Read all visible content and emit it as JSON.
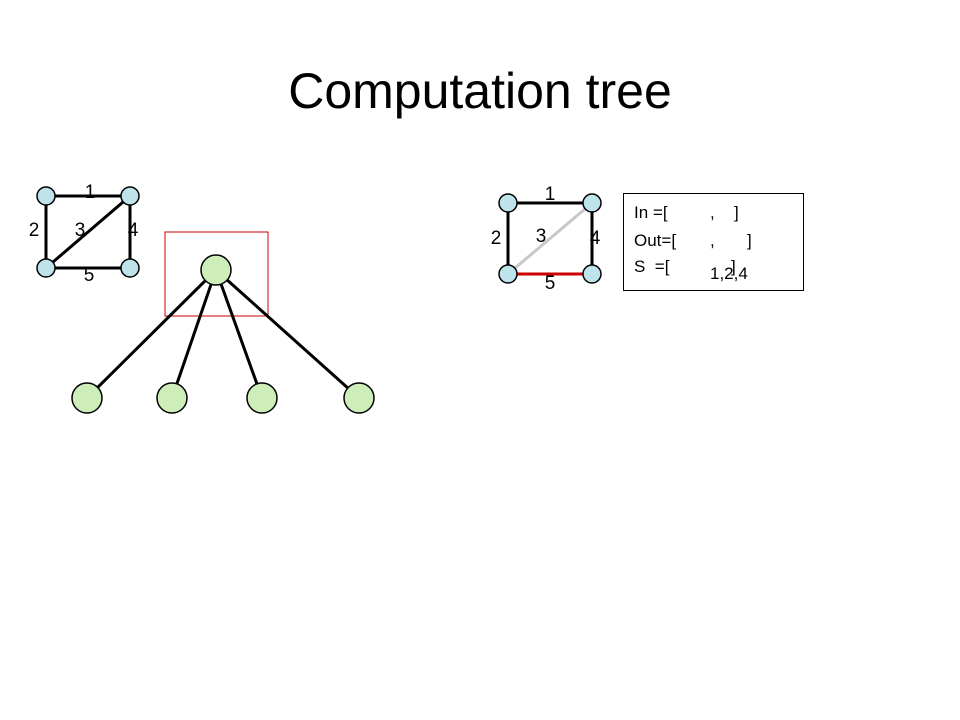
{
  "title": "Computation tree",
  "graph_left": {
    "edge_labels": {
      "top": "1",
      "left": "2",
      "diagonal": "3",
      "right": "4",
      "bottom": "5"
    }
  },
  "graph_right": {
    "edge_labels": {
      "top": "1",
      "left": "2",
      "diagonal": "3",
      "right": "4",
      "bottom": "5"
    },
    "colors": {
      "diagonal": "#c8c8c8",
      "bottom": "#cc0000"
    }
  },
  "panel": {
    "in_label": "In =[",
    "in_sep": ",",
    "in_close": "]",
    "out_label": "Out=[",
    "out_sep": ",",
    "out_close": "]",
    "s_label": "S  =[",
    "s_close": "]",
    "s_value": "1,2,4"
  },
  "colors": {
    "graph_node_fill": "#bfe3ea",
    "tree_node_fill": "#cdeeb8",
    "highlight_box": "#cc0000"
  }
}
